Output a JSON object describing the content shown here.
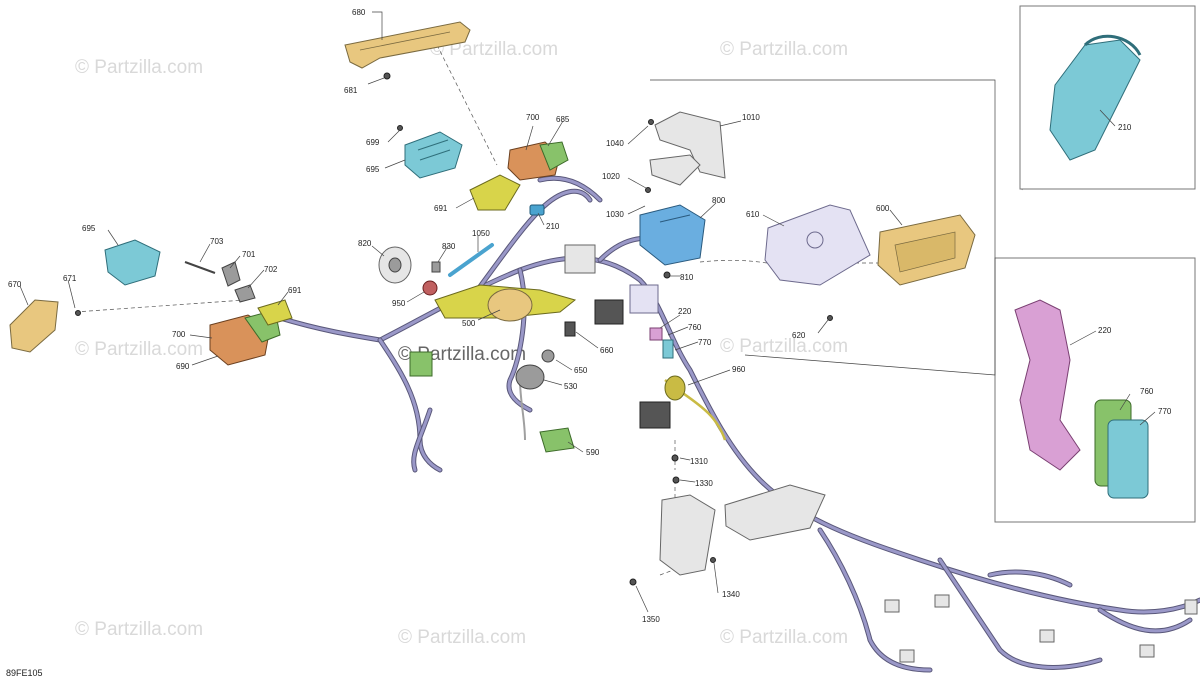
{
  "diagram": {
    "reference_code": "89FE105",
    "watermark_text": "© Partzilla.com",
    "center_watermark_text": "© Partzilla.com",
    "callouts": [
      {
        "id": "c680",
        "text": "680"
      },
      {
        "id": "c681",
        "text": "681"
      },
      {
        "id": "c699",
        "text": "699"
      },
      {
        "id": "c695a",
        "text": "695"
      },
      {
        "id": "c700a",
        "text": "700"
      },
      {
        "id": "c685",
        "text": "685"
      },
      {
        "id": "c691a",
        "text": "691"
      },
      {
        "id": "c210a",
        "text": "210"
      },
      {
        "id": "c1040",
        "text": "1040"
      },
      {
        "id": "c1010",
        "text": "1010"
      },
      {
        "id": "c1020",
        "text": "1020"
      },
      {
        "id": "c1030",
        "text": "1030"
      },
      {
        "id": "c800",
        "text": "800"
      },
      {
        "id": "c610",
        "text": "610"
      },
      {
        "id": "c600",
        "text": "600"
      },
      {
        "id": "c695b",
        "text": "695"
      },
      {
        "id": "c703",
        "text": "703"
      },
      {
        "id": "c701",
        "text": "701"
      },
      {
        "id": "c702",
        "text": "702"
      },
      {
        "id": "c691b",
        "text": "691"
      },
      {
        "id": "c671",
        "text": "671"
      },
      {
        "id": "c670",
        "text": "670"
      },
      {
        "id": "c700b",
        "text": "700"
      },
      {
        "id": "c690",
        "text": "690"
      },
      {
        "id": "c820",
        "text": "820"
      },
      {
        "id": "c830",
        "text": "830"
      },
      {
        "id": "c1050",
        "text": "1050"
      },
      {
        "id": "c950",
        "text": "950"
      },
      {
        "id": "c500",
        "text": "500"
      },
      {
        "id": "c810",
        "text": "810"
      },
      {
        "id": "c620",
        "text": "620"
      },
      {
        "id": "c220a",
        "text": "220"
      },
      {
        "id": "c760a",
        "text": "760"
      },
      {
        "id": "c770a",
        "text": "770"
      },
      {
        "id": "c660",
        "text": "660"
      },
      {
        "id": "c650",
        "text": "650"
      },
      {
        "id": "c530",
        "text": "530"
      },
      {
        "id": "c960",
        "text": "960"
      },
      {
        "id": "c590",
        "text": "590"
      },
      {
        "id": "c1310",
        "text": "1310"
      },
      {
        "id": "c1330",
        "text": "1330"
      },
      {
        "id": "c1340",
        "text": "1340"
      },
      {
        "id": "c1350",
        "text": "1350"
      },
      {
        "id": "c210b",
        "text": "210"
      },
      {
        "id": "c220b",
        "text": "220"
      },
      {
        "id": "c760b",
        "text": "760"
      },
      {
        "id": "c770b",
        "text": "770"
      }
    ]
  }
}
